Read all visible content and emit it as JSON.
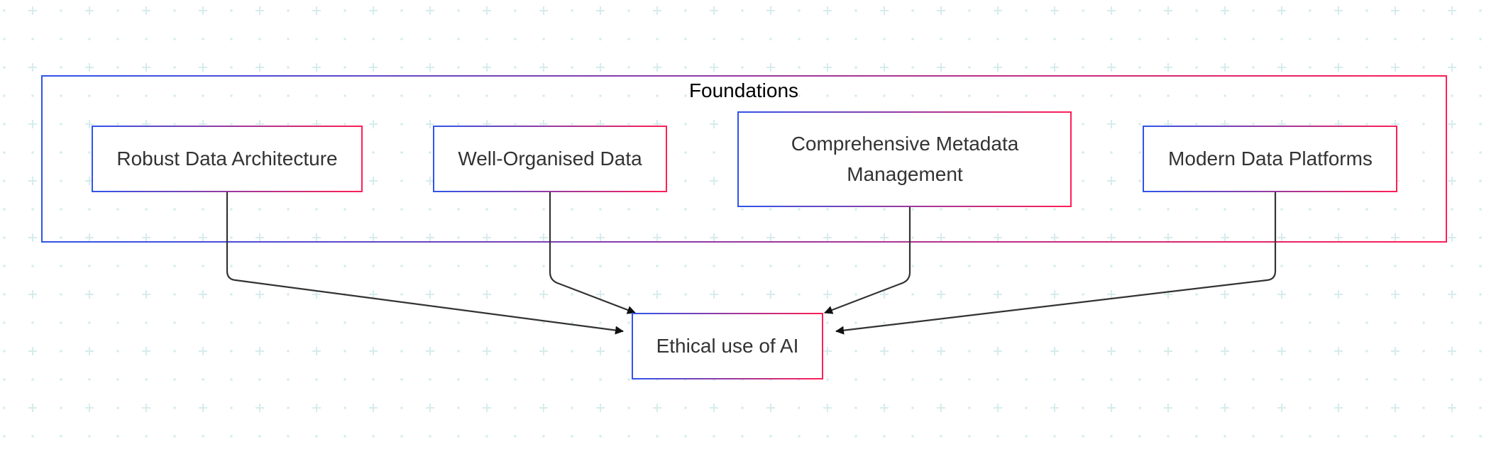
{
  "diagram": {
    "cluster": {
      "label": "Foundations"
    },
    "nodes": [
      {
        "id": "robust",
        "lines": [
          "Robust Data Architecture"
        ]
      },
      {
        "id": "organised",
        "lines": [
          "Well-Organised Data"
        ]
      },
      {
        "id": "metadata",
        "lines": [
          "Comprehensive Metadata",
          "Management"
        ]
      },
      {
        "id": "platforms",
        "lines": [
          "Modern Data Platforms"
        ]
      },
      {
        "id": "ethical",
        "lines": [
          "Ethical use of AI"
        ]
      }
    ],
    "edges": [
      {
        "from": "robust",
        "to": "ethical"
      },
      {
        "from": "organised",
        "to": "ethical"
      },
      {
        "from": "metadata",
        "to": "ethical"
      },
      {
        "from": "platforms",
        "to": "ethical"
      }
    ]
  },
  "colors": {
    "gradient_start": "#2f54eb",
    "gradient_end": "#ff1e56",
    "edge": "#333333",
    "text": "#333333",
    "grid": "#d6ecec"
  }
}
